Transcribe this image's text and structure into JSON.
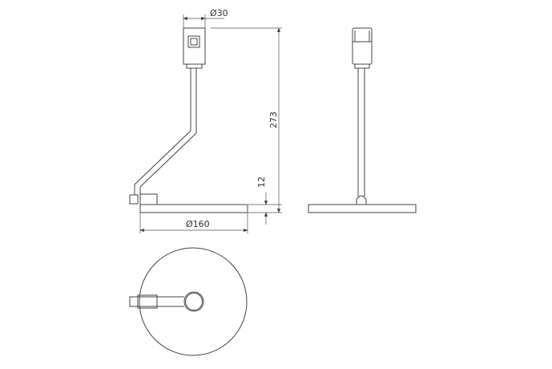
{
  "dimensions": {
    "holder_diameter": "Ø30",
    "total_height": "273",
    "base_height": "12",
    "base_diameter": "Ø160"
  },
  "colors": {
    "line": "#444444",
    "background": "#ffffff"
  }
}
